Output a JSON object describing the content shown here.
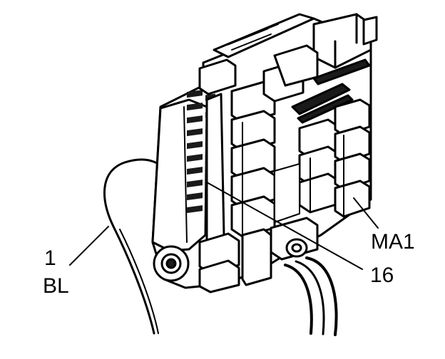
{
  "figure": {
    "callouts": {
      "wire_number": "1",
      "wire_color": "BL",
      "terminal_number": "16",
      "connector_id": "MA1"
    }
  },
  "colors": {
    "ink": "#000000",
    "paper": "#ffffff",
    "fill_light": "#f2f2f2",
    "fill_dark": "#1a1a1a"
  }
}
